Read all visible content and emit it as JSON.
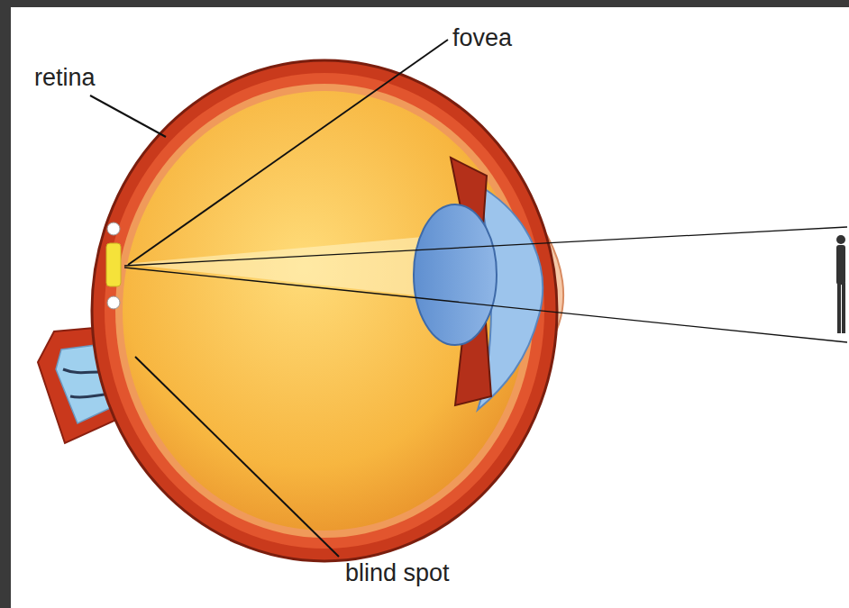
{
  "diagram": {
    "labels": [
      "retina",
      "fovea",
      "blind spot"
    ]
  }
}
